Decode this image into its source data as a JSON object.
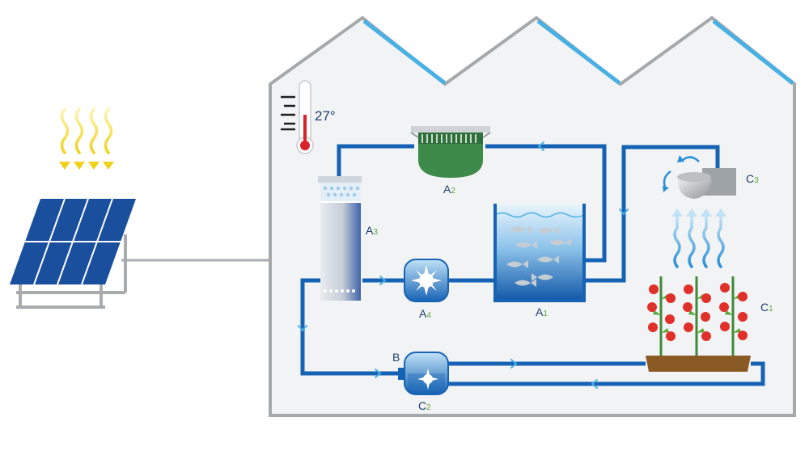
{
  "thermometer": {
    "reading": "27°"
  },
  "components": {
    "A1": {
      "letter": "A",
      "index": "1"
    },
    "A2": {
      "letter": "A",
      "index": "2"
    },
    "A3": {
      "letter": "A",
      "index": "3"
    },
    "A4": {
      "letter": "A",
      "index": "4"
    },
    "B": {
      "letter": "B"
    },
    "C1": {
      "letter": "C",
      "index": "1"
    },
    "C2": {
      "letter": "C",
      "index": "2"
    },
    "C3": {
      "letter": "C",
      "index": "3"
    }
  },
  "colors": {
    "pipe": "#1663b5",
    "greenhouse_wall": "#a6a9ac",
    "roof_glass": "#49b0e3",
    "label_letter": "#1e3f6e",
    "label_index": "#5ea63a",
    "solar_panel": "#1a4f9e",
    "sun_rays": "#f3d92a"
  }
}
